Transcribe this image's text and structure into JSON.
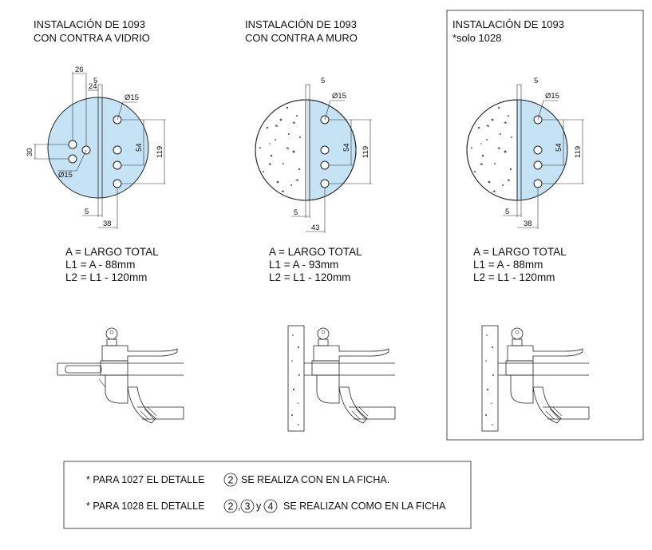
{
  "panels": [
    {
      "title_line1": "INSTALACIÓN  DE 1093",
      "title_line2": "CON CONTRA A VIDRIO",
      "dims": {
        "d26": "26",
        "d24": "24",
        "d5_top": "5",
        "phi15_top": "Ø15",
        "d30": "30",
        "phi15_left": "Ø15",
        "d54": "54",
        "d119": "119",
        "d5_bottom": "5",
        "d38": "38"
      },
      "formula_a": "A = LARGO TOTAL",
      "formula_l1": "L1 = A - 88mm",
      "formula_l2": "L2 = L1 - 120mm"
    },
    {
      "title_line1": "INSTALACIÓN  DE 1093",
      "title_line2": "CON CONTRA A MURO",
      "dims": {
        "d5_top": "5",
        "phi15_top": "Ø15",
        "d54": "54",
        "d119": "119",
        "d5_bottom": "5",
        "d43": "43"
      },
      "formula_a": "A = LARGO TOTAL",
      "formula_l1": "L1 = A - 93mm",
      "formula_l2": "L2 = L1 - 120mm"
    },
    {
      "title_line1": "INSTALACIÓN  DE 1093",
      "title_line2": "*solo 1028",
      "dims": {
        "d5_top": "5",
        "phi15_top": "Ø15",
        "d54": "54",
        "d119": "119",
        "d5_bottom": "5",
        "d38": "38"
      },
      "formula_a": "A = LARGO TOTAL",
      "formula_l1": "L1 = A - 88mm",
      "formula_l2": "L2 = L1 - 120mm"
    }
  ],
  "notes": {
    "line1_prefix": "* PARA 1027 EL DETALLE",
    "line1_circle": "2",
    "line1_suffix": "SE REALIZA CON EN LA FICHA.",
    "line2_prefix": "* PARA 1028 EL DETALLE",
    "line2_c1": "2",
    "line2_sep1": ",",
    "line2_c2": "3",
    "line2_sep2": "y",
    "line2_c3": "4",
    "line2_suffix": "SE REALIZAN COMO EN LA FICHA"
  },
  "colors": {
    "glass": "#c6e3f5",
    "line": "#222222"
  }
}
